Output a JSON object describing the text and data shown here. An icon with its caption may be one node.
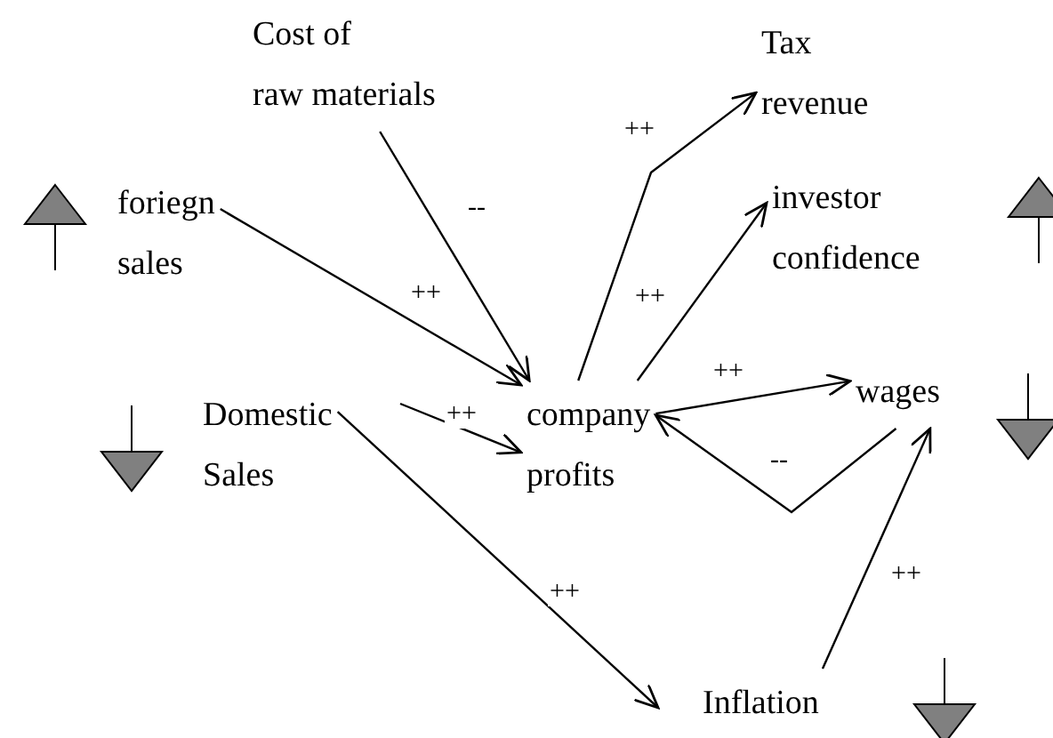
{
  "diagram": {
    "nodes": [
      {
        "text": [
          "Cost of raw materials"
        ]
      },
      {
        "text": [
          "Tax revenue"
        ]
      },
      {
        "text": [
          "foriegn sales"
        ]
      },
      {
        "text": [
          "investor confidence"
        ]
      },
      {
        "text": [
          "Domestic Sales"
        ]
      },
      {
        "text": [
          "company profits"
        ]
      },
      {
        "text": [
          "wages"
        ]
      },
      {
        "text": [
          "Inflation"
        ]
      }
    ],
    "edges": [
      {
        "from": 0,
        "to": 5,
        "arrow": "to",
        "label": "--"
      },
      {
        "from": 2,
        "to": 5,
        "arrow": "to",
        "label": "++"
      },
      {
        "from": 4,
        "to": 5,
        "arrow": "to",
        "label": "++"
      },
      {
        "from": 5,
        "to": 1,
        "arrow": "to",
        "label": "++"
      },
      {
        "from": 5,
        "to": 3,
        "arrow": "to",
        "label": "++"
      },
      {
        "from": 5,
        "to": 6,
        "arrow": "to",
        "label": "++"
      },
      {
        "from": 6,
        "to": 5,
        "arrow": "to",
        "label": "--"
      },
      {
        "from": 4,
        "to": 7,
        "arrow": "to",
        "label": "++"
      },
      {
        "from": 7,
        "to": 6,
        "arrow": "to",
        "label": "++"
      }
    ]
  }
}
